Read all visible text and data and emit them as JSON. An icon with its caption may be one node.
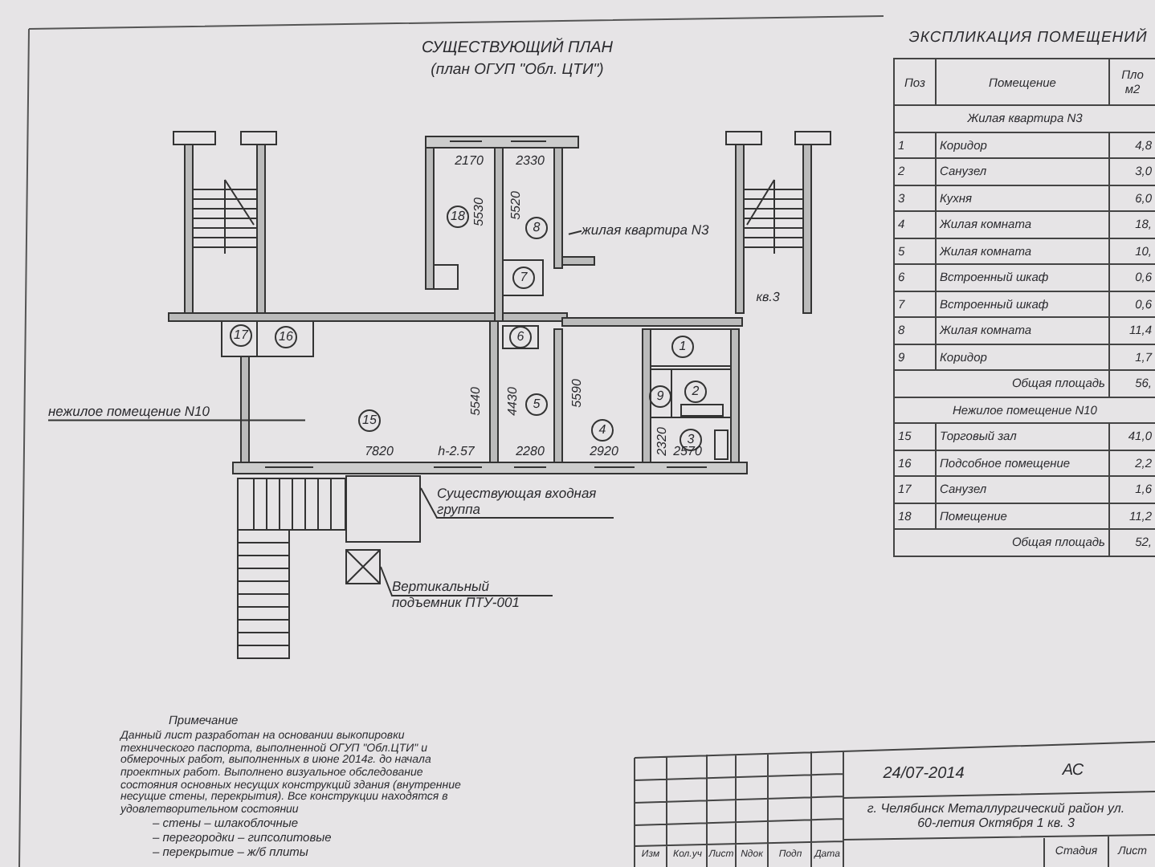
{
  "diagram": {
    "title": "СУЩЕСТВУЮЩИЙ ПЛАН",
    "nodes": [
      {
        "text": [
          "нежилое помещение N10"
        ]
      },
      {
        "text": [
          "жилая квартира N3"
        ]
      },
      {
        "text": [
          "Существующая входная группа"
        ]
      },
      {
        "text": [
          "Вертикальный подъемник ПТУ-001"
        ]
      },
      {
        "text": [],
        "shape": "box"
      },
      {
        "text": [],
        "shape": "box"
      }
    ],
    "edges": [
      {
        "from": 0,
        "to": null,
        "arrow": "none"
      },
      {
        "from": 1,
        "to": null,
        "arrow": "none"
      },
      {
        "from": 2,
        "to": 4,
        "arrow": "none"
      },
      {
        "from": 3,
        "to": 5,
        "arrow": "none"
      }
    ],
    "labels": [
      "(план ОГУП \"Обл. ЦТИ\")",
      "2170",
      "2330",
      "5530",
      "5520",
      "18",
      "8",
      "7",
      "кв.3",
      "17",
      "16",
      "6",
      "15",
      "5540",
      "4430",
      "5",
      "5590",
      "4",
      "1",
      "9",
      "2",
      "2320",
      "3",
      "7820",
      "h-2.57",
      "2280",
      "2920",
      "2570",
      "ЭКСПЛИКАЦИЯ ПОМЕЩЕНИЙ",
      "Поз",
      "Помещение",
      "Пло м2",
      "Жилая квартира N3",
      "1",
      "Коридор",
      "4,8",
      "2",
      "Санузел",
      "3,0",
      "3",
      "Кухня",
      "6,0",
      "4",
      "Жилая комната",
      "18,",
      "5",
      "Жилая комната",
      "10,",
      "6",
      "Встроенный шкаф",
      "0,6",
      "7",
      "Встроенный шкаф",
      "0,6",
      "8",
      "Жилая комната",
      "11,4",
      "9",
      "Коридор",
      "1,7",
      "Общая площадь",
      "56,",
      "Нежилое помещение N10",
      "15",
      "Торговый зал",
      "41,0",
      "16",
      "Подсобное помещение",
      "2,2",
      "17",
      "Санузел",
      "1,6",
      "18",
      "Помещение",
      "11,2",
      "Общая площадь",
      "52,",
      "Примечание",
      "Данный лист разработан на основании выкопировки технического паспорта, выполненной ОГУП \"Обл.ЦТИ\" и обмерочных работ, выполненных в июне 2014г. до начала проектных работ. Выполнено визуальное обследование состояния основных несущих конструкций здания (внутренние несущие стены, перекрытия). Все конструкции находятся в удовлетворительном состоянии",
      "– стены – шлакоблочные",
      "– перегородки – гипсолитовые",
      "– перекрытие – ж/б плиты",
      "Изм",
      "Кол.уч",
      "Лист",
      "Nдок",
      "Подп",
      "Дата",
      "24/07-2014",
      "АС",
      "г. Челябинск Металлургический район ул. 60-летия Октября 1 кв. 3",
      "Стадия",
      "Лист"
    ]
  }
}
